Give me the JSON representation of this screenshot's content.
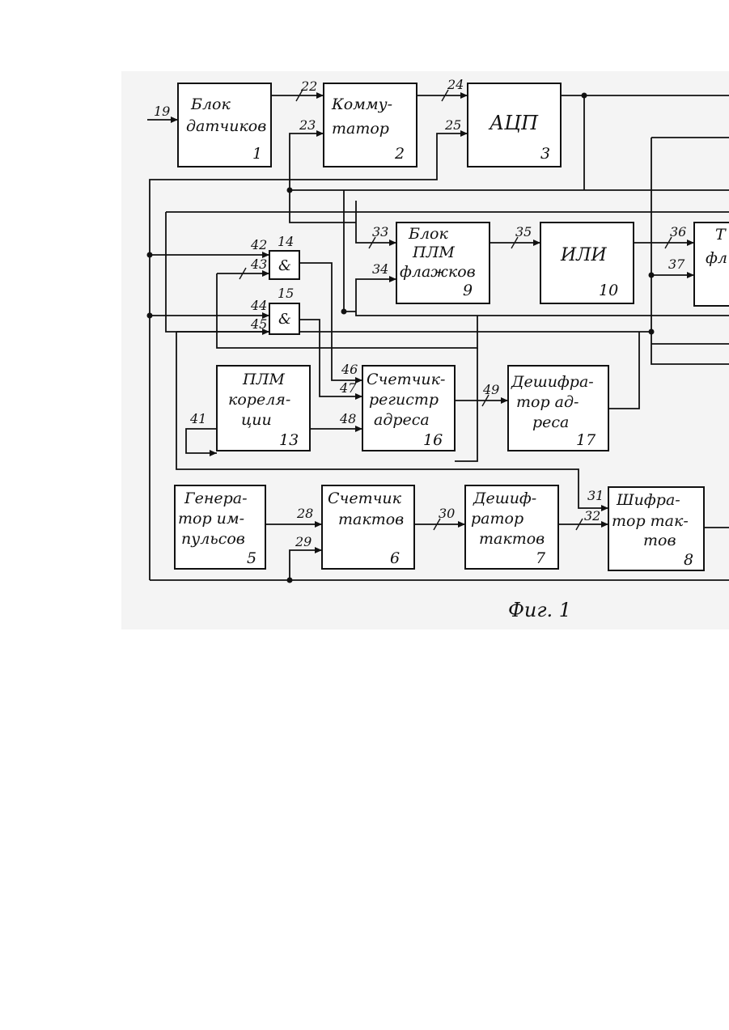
{
  "figure": {
    "caption": "Фиг. 1"
  },
  "blocks": {
    "b1": {
      "lines": [
        "Блок",
        "датчиков"
      ],
      "num": "1"
    },
    "b2": {
      "lines": [
        "Комму-",
        "татор"
      ],
      "num": "2"
    },
    "b3": {
      "lines": [
        "АЦП"
      ],
      "num": "3"
    },
    "b5": {
      "lines": [
        "Генера-",
        "тор им-",
        "пульсов"
      ],
      "num": "5"
    },
    "b6": {
      "lines": [
        "Счетчик",
        "тактов"
      ],
      "num": "6"
    },
    "b7": {
      "lines": [
        "Дешиф-",
        "ратор",
        "тактов"
      ],
      "num": "7"
    },
    "b8": {
      "lines": [
        "Шифра-",
        "тор так-",
        "тов"
      ],
      "num": "8"
    },
    "b9": {
      "lines": [
        "Блок",
        "ПЛМ",
        "флажков"
      ],
      "num": "9"
    },
    "b10": {
      "lines": [
        "ИЛИ"
      ],
      "num": "10"
    },
    "b11": {
      "lines": [
        "Т",
        "фл"
      ]
    },
    "b13": {
      "lines": [
        "ПЛМ",
        "кореля-",
        "ции"
      ],
      "num": "13"
    },
    "b16": {
      "lines": [
        "Счетчик-",
        "регистр",
        "адреса"
      ],
      "num": "16"
    },
    "b17": {
      "lines": [
        "Дешифра-",
        "тор ад-",
        "реса"
      ],
      "num": "17"
    },
    "g14": {
      "symbol": "&",
      "num": "14"
    },
    "g15": {
      "symbol": "&",
      "num": "15"
    }
  },
  "pins": [
    "19",
    "22",
    "23",
    "24",
    "25",
    "28",
    "29",
    "30",
    "31",
    "32",
    "33",
    "34",
    "35",
    "36",
    "37",
    "41",
    "42",
    "43",
    "44",
    "45",
    "46",
    "47",
    "48",
    "49"
  ]
}
